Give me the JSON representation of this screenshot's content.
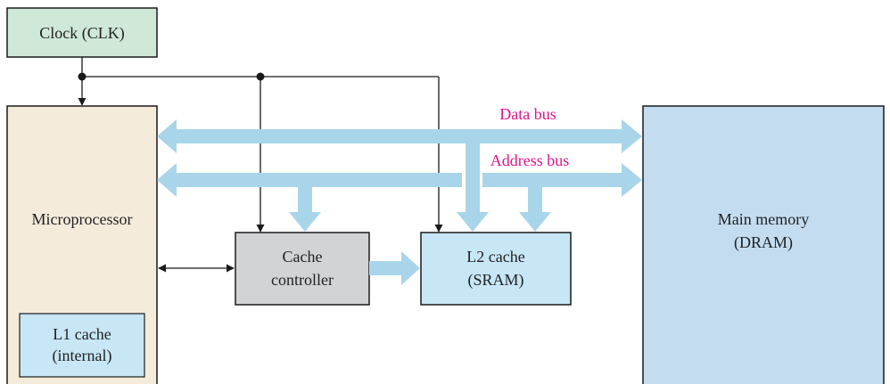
{
  "colors": {
    "clock_fill": "#cfe8d8",
    "microprocessor_fill": "#f4ebdb",
    "cache_controller_fill": "#d2d3d5",
    "l1_fill": "#c7e6f6",
    "l2_fill": "#c7e6f6",
    "main_memory_fill": "#c3dcf0",
    "bus_fill": "#a9d5ea",
    "bus_label": "#e0148c",
    "line": "#1a1a1a"
  },
  "clock": {
    "label": "Clock (CLK)"
  },
  "microprocessor": {
    "label": "Microprocessor"
  },
  "l1_cache": {
    "line1": "L1 cache",
    "line2": "(internal)"
  },
  "cache_controller": {
    "line1": "Cache",
    "line2": "controller"
  },
  "l2_cache": {
    "line1": "L2 cache",
    "line2": "(SRAM)"
  },
  "main_memory": {
    "line1": "Main memory",
    "line2": "(DRAM)"
  },
  "buses": {
    "data_label": "Data bus",
    "address_label": "Address bus"
  }
}
